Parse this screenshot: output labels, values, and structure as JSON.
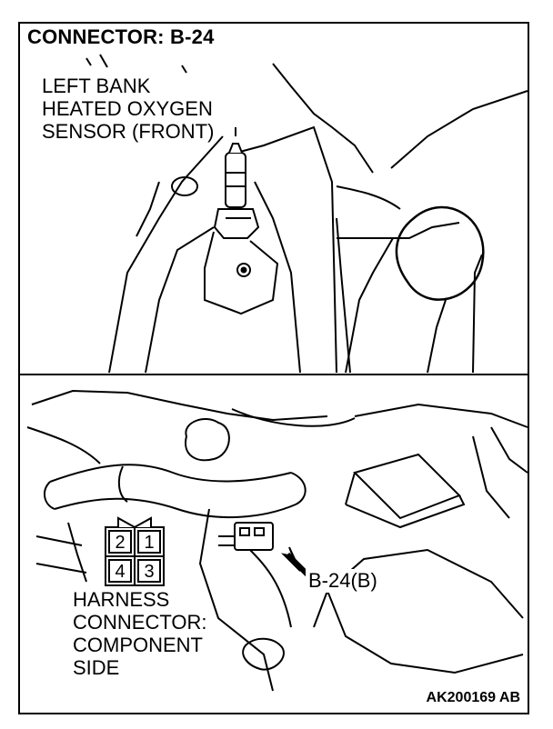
{
  "title": "CONNECTOR: B-24",
  "sensor_label": [
    "LEFT BANK",
    "HEATED OXYGEN",
    "SENSOR (FRONT)"
  ],
  "connector_callout": "B-24(B)",
  "harness_label": [
    "HARNESS",
    "CONNECTOR:",
    "COMPONENT",
    "SIDE"
  ],
  "connector_pins": [
    {
      "number": "2"
    },
    {
      "number": "1"
    },
    {
      "number": "4"
    },
    {
      "number": "3"
    }
  ],
  "figure_code": "AK200169 AB"
}
